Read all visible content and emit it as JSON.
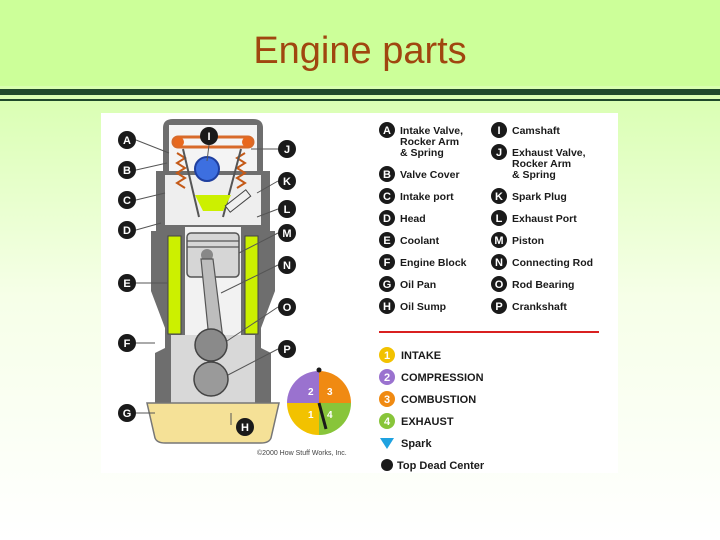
{
  "slide": {
    "title": "Engine parts"
  },
  "figure": {
    "credit": "©2000 How Stuff Works, Inc.",
    "callouts": [
      "A",
      "B",
      "C",
      "D",
      "E",
      "F",
      "G",
      "H",
      "I",
      "J",
      "K",
      "L",
      "M",
      "N",
      "O",
      "P"
    ],
    "legend_parts": [
      {
        "key": "A",
        "lines": [
          "Intake Valve,",
          "Rocker Arm",
          "& Spring"
        ]
      },
      {
        "key": "B",
        "lines": [
          "Valve Cover"
        ]
      },
      {
        "key": "C",
        "lines": [
          "Intake port"
        ]
      },
      {
        "key": "D",
        "lines": [
          "Head"
        ]
      },
      {
        "key": "E",
        "lines": [
          "Coolant"
        ]
      },
      {
        "key": "F",
        "lines": [
          "Engine Block"
        ]
      },
      {
        "key": "G",
        "lines": [
          "Oil Pan"
        ]
      },
      {
        "key": "H",
        "lines": [
          "Oil Sump"
        ]
      },
      {
        "key": "I",
        "lines": [
          "Camshaft"
        ]
      },
      {
        "key": "J",
        "lines": [
          "Exhaust Valve,",
          "Rocker Arm",
          "& Spring"
        ]
      },
      {
        "key": "K",
        "lines": [
          "Spark Plug"
        ]
      },
      {
        "key": "L",
        "lines": [
          "Exhaust Port"
        ]
      },
      {
        "key": "M",
        "lines": [
          "Piston"
        ]
      },
      {
        "key": "N",
        "lines": [
          "Connecting Rod"
        ]
      },
      {
        "key": "O",
        "lines": [
          "Rod Bearing"
        ]
      },
      {
        "key": "P",
        "lines": [
          "Crankshaft"
        ]
      }
    ],
    "strokes": [
      {
        "num": "1",
        "label": "INTAKE",
        "color": "#f2c200"
      },
      {
        "num": "2",
        "label": "COMPRESSION",
        "color": "#9a72cf"
      },
      {
        "num": "3",
        "label": "COMBUSTION",
        "color": "#f08a12"
      },
      {
        "num": "4",
        "label": "EXHAUST",
        "color": "#88c53a"
      }
    ],
    "spark_label": "Spark",
    "tdc_label": "Top Dead Center",
    "colors": {
      "coolant": "#ccf000",
      "oil": "#f5e197",
      "block": "#6e6e6e",
      "cam": "#e8681e",
      "head_frame": "#d86a2a",
      "badge": "#1a1a1a"
    }
  }
}
